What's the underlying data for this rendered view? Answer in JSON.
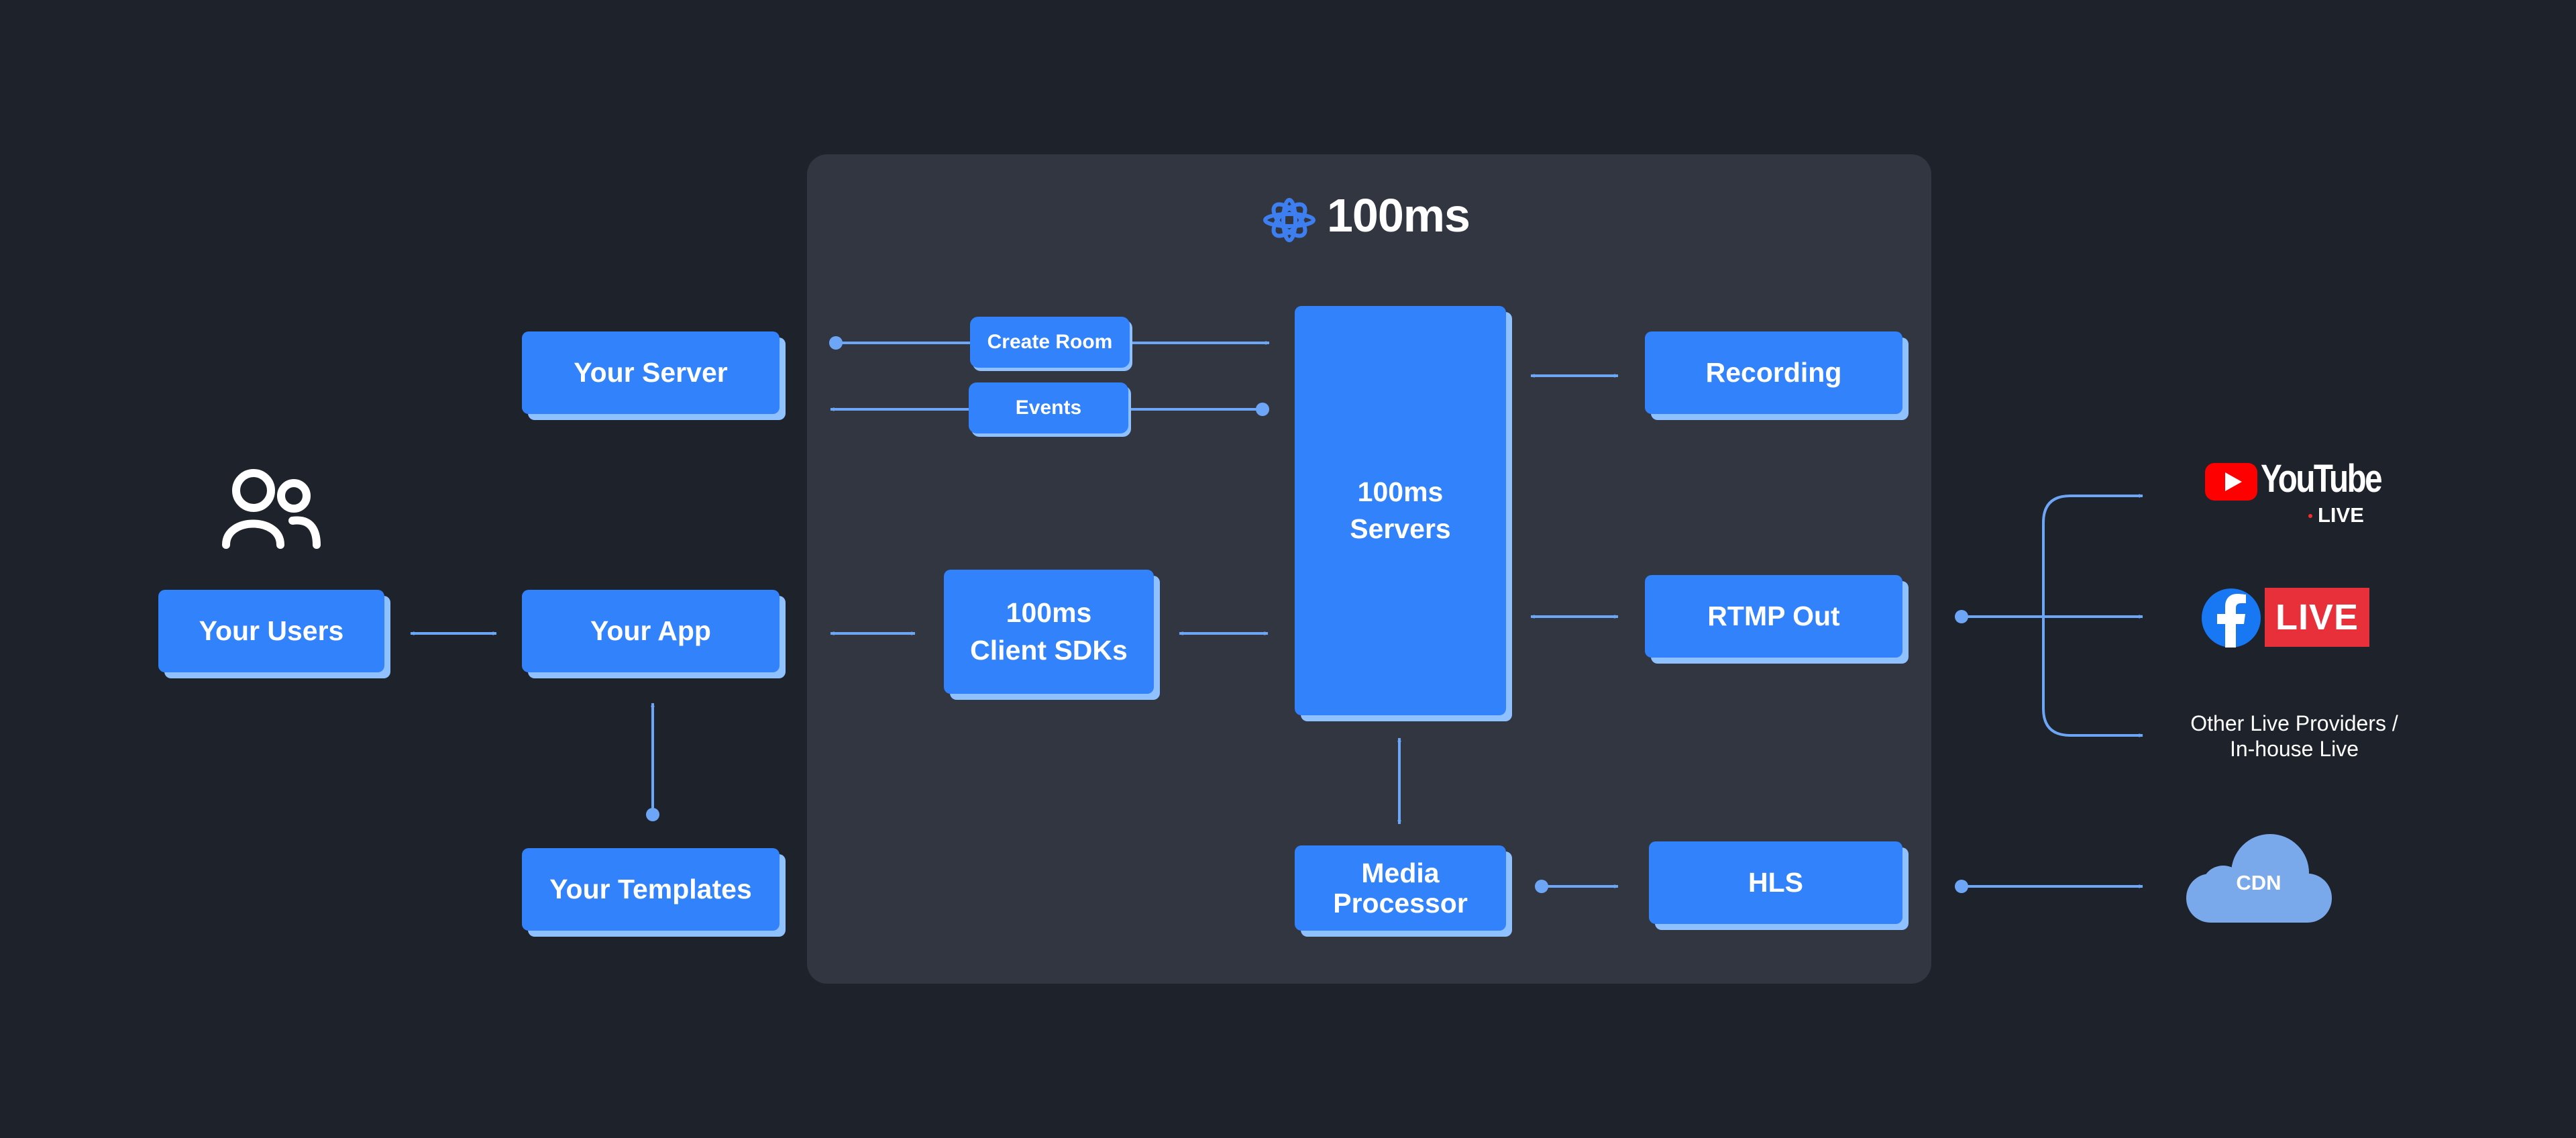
{
  "brand": {
    "name": "100ms",
    "icon": "100ms-logo-icon"
  },
  "boxes": {
    "your_users": "Your Users",
    "your_server": "Your Server",
    "your_app": "Your App",
    "your_templates": "Your Templates",
    "create_room": "Create Room",
    "events": "Events",
    "client_sdks_line1": "100ms",
    "client_sdks_line2": "Client SDKs",
    "servers_line1": "100ms",
    "servers_line2": "Servers",
    "media_processor_line1": "Media",
    "media_processor_line2": "Processor",
    "recording": "Recording",
    "rtmp_out": "RTMP Out",
    "hls": "HLS"
  },
  "outputs": {
    "youtube": "YouTube",
    "youtube_live": "LIVE",
    "facebook_live": "LIVE",
    "other_line1": "Other Live Providers /",
    "other_line2": "In-house Live",
    "cdn": "CDN"
  },
  "icons": [
    "users-icon",
    "youtube-play-icon",
    "facebook-icon",
    "cloud-icon"
  ],
  "colors": {
    "background": "#1e222a",
    "panel": "#313641",
    "box": "#3282fc",
    "box_shadow": "#8fc0ff",
    "connector": "#6ea6f7",
    "youtube_red": "#ff0000",
    "facebook_blue": "#1877f2",
    "facebook_live_red": "#e8303a",
    "cdn_cloud": "#7aa9eb"
  }
}
